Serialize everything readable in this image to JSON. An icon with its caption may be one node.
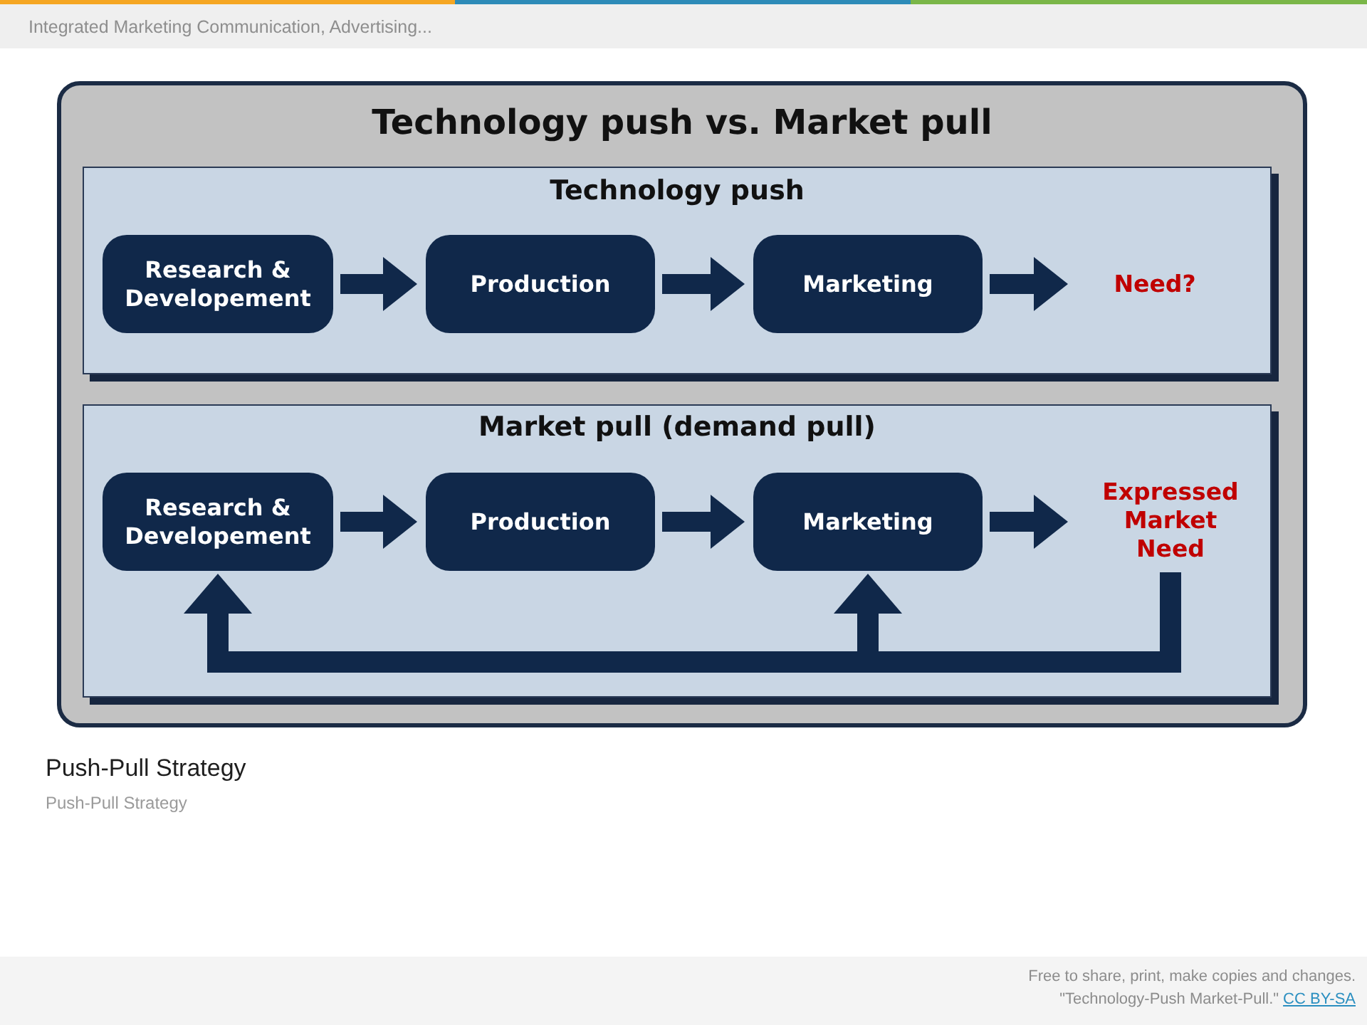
{
  "diagram": {
    "caption": "Push-Pull Strategy",
    "nodes": [
      {
        "text": [
          "Technology push vs. Market pull"
        ]
      },
      {
        "text": [
          "Technology push"
        ],
        "in": 0
      },
      {
        "text": [
          "Research & Developement"
        ],
        "in": 1
      },
      {
        "text": [
          "Production"
        ],
        "in": 1
      },
      {
        "text": [
          "Marketing"
        ],
        "in": 1
      },
      {
        "text": [
          "Need?"
        ],
        "in": 1
      },
      {
        "text": [
          "Market pull (demand pull)"
        ],
        "in": 0
      },
      {
        "text": [
          "Research & Developement"
        ],
        "in": 6
      },
      {
        "text": [
          "Production"
        ],
        "in": 6
      },
      {
        "text": [
          "Marketing"
        ],
        "in": 6
      },
      {
        "text": [
          "Expressed Market Need"
        ],
        "in": 6
      }
    ],
    "edges": [
      {
        "from": 2,
        "to": 3,
        "arrow": "to"
      },
      {
        "from": 3,
        "to": 4,
        "arrow": "to"
      },
      {
        "from": 4,
        "to": 5,
        "arrow": "to"
      },
      {
        "from": 7,
        "to": 8,
        "arrow": "to"
      },
      {
        "from": 8,
        "to": 9,
        "arrow": "to"
      },
      {
        "from": 9,
        "to": 10,
        "arrow": "to"
      },
      {
        "from": 10,
        "to": 7,
        "arrow": "to"
      },
      {
        "from": 10,
        "to": 9,
        "arrow": "to"
      }
    ],
    "labels": [
      "Integrated Marketing Communication, Advertising...",
      "Push-Pull Strategy",
      "Free to share, print, make copies and changes.",
      "\"Technology-Push Market-Pull.\"",
      "CC BY-SA"
    ]
  }
}
